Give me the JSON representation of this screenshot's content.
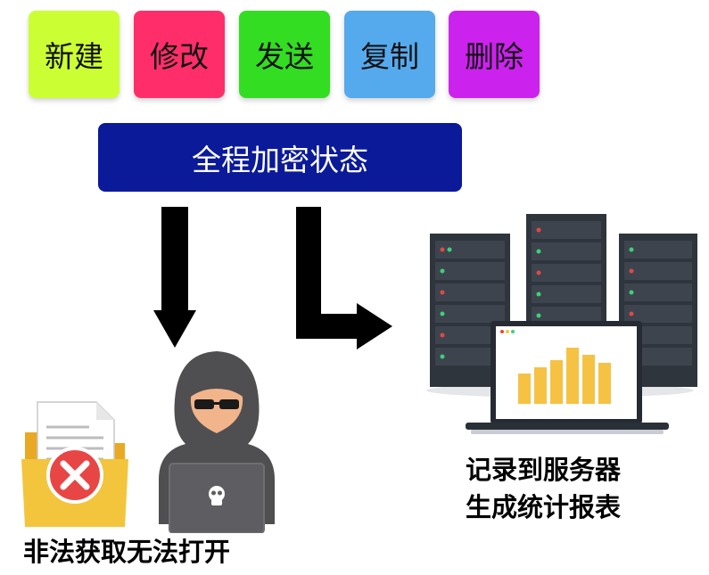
{
  "operations": [
    {
      "label": "新建",
      "color": "#ccff33"
    },
    {
      "label": "修改",
      "color": "#ff2e6a"
    },
    {
      "label": "发送",
      "color": "#33dd22"
    },
    {
      "label": "复制",
      "color": "#55aaee"
    },
    {
      "label": "删除",
      "color": "#cc22ee"
    }
  ],
  "encryption": {
    "label": "全程加密状态",
    "color": "#0a1a99"
  },
  "left_outcome": {
    "caption": "非法获取无法打开"
  },
  "right_outcome": {
    "caption_line1": "记录到服务器",
    "caption_line2": "生成统计报表"
  },
  "icons": [
    "document-folder-icon",
    "error-x-icon",
    "hacker-icon",
    "skull-icon",
    "server-rack-icon",
    "monitor-bar-chart-icon"
  ],
  "colors": {
    "arrow": "#000000",
    "server": "#2f353d",
    "chart_bar": "#f6c244",
    "error_red": "#e84545",
    "folder": "#f3c53c"
  }
}
